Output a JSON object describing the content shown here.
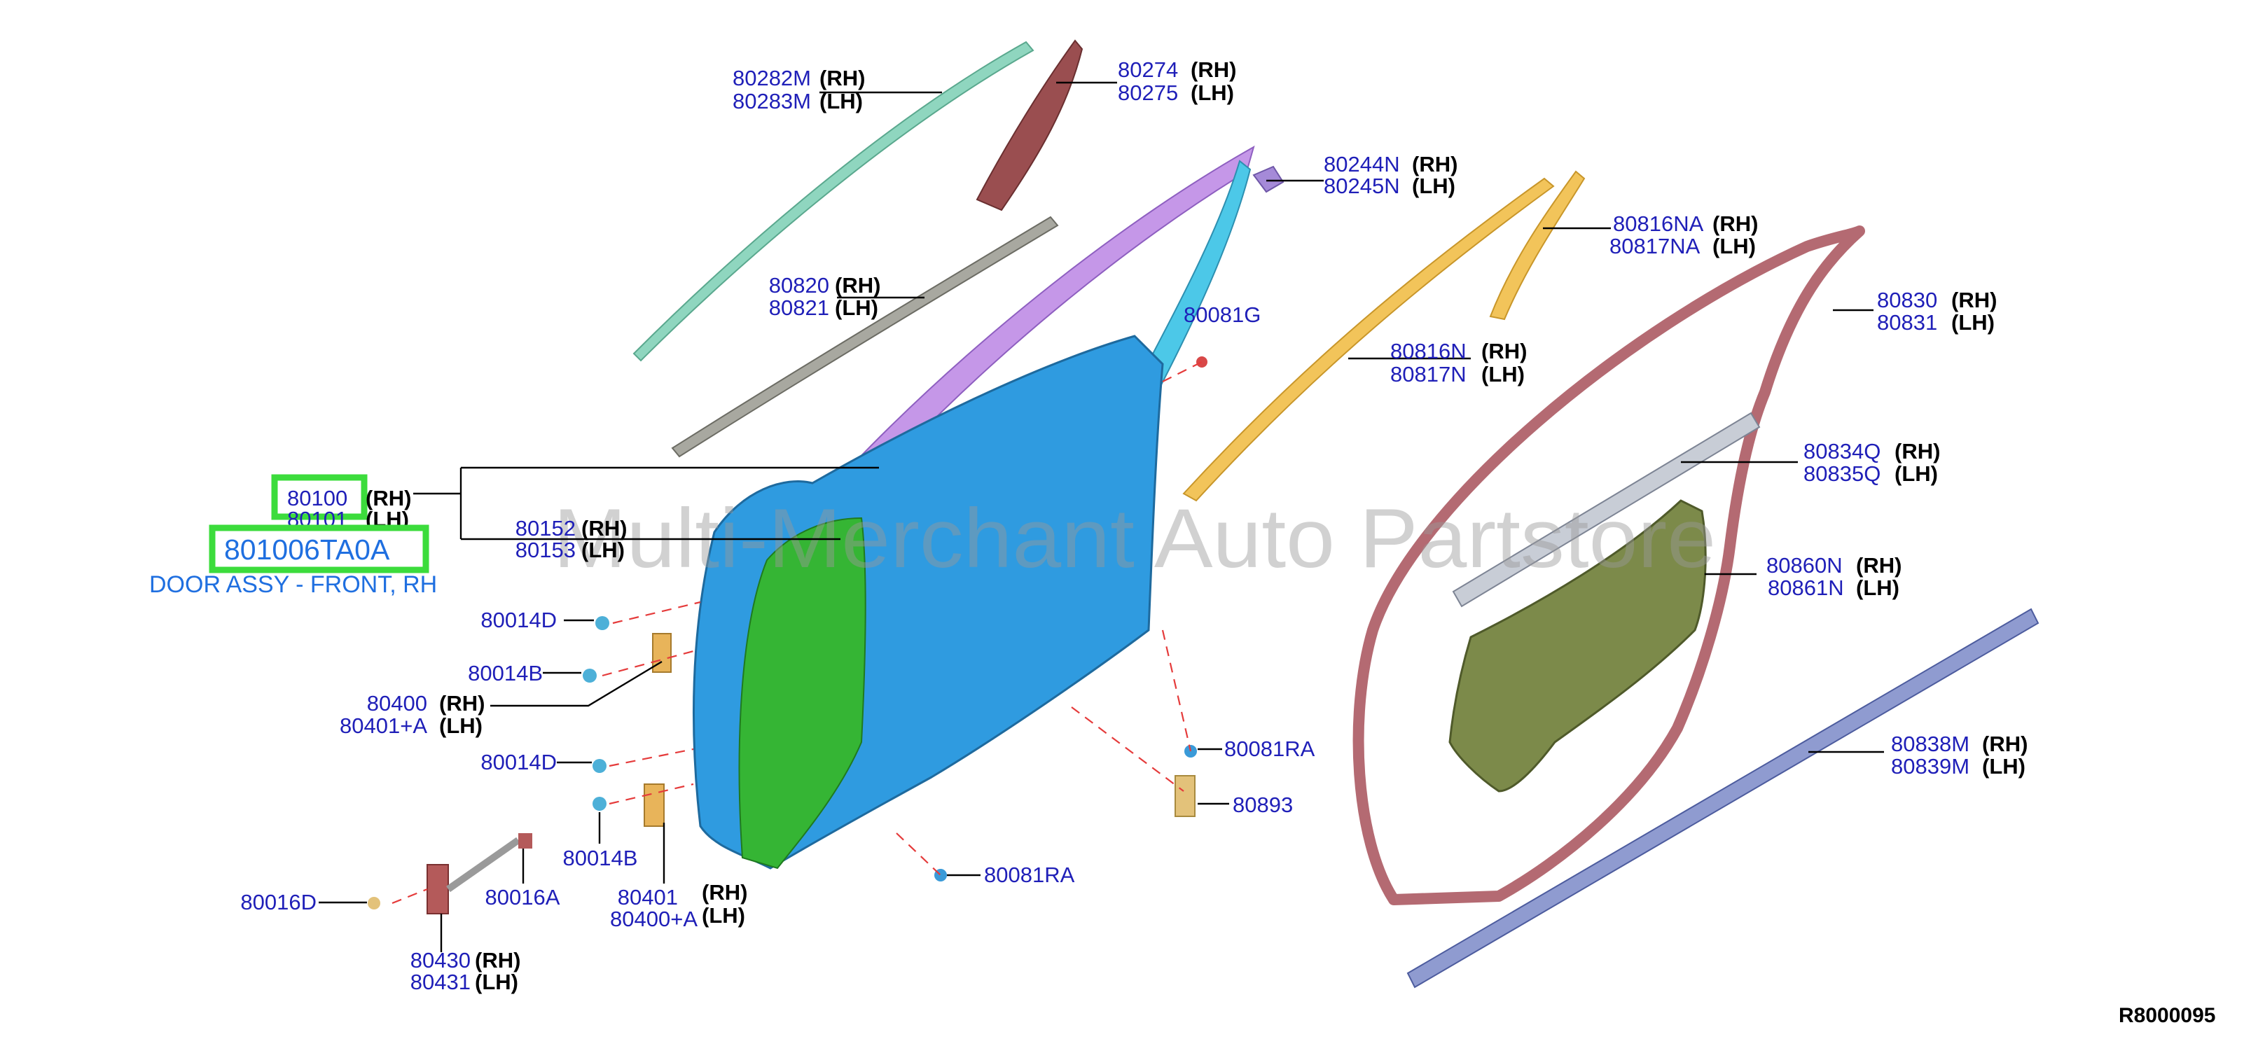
{
  "diagram": {
    "selected_part": {
      "number": "801006TA0A",
      "description": "DOOR ASSY - FRONT, RH",
      "callout_rh": "80100",
      "callout_lh": "80101",
      "rh": "(RH)",
      "lh": "(LH)"
    },
    "watermark": "Multi-Merchant Auto Partstore",
    "reference": "R8000095",
    "callouts": {
      "c80282": {
        "rh": "80282M",
        "lh": "80283M",
        "rh_side": "(RH)",
        "lh_side": "(LH)"
      },
      "c80274": {
        "rh": "80274",
        "lh": "80275",
        "rh_side": "(RH)",
        "lh_side": "(LH)"
      },
      "c80244": {
        "rh": "80244N",
        "lh": "80245N",
        "rh_side": "(RH)",
        "lh_side": "(LH)"
      },
      "c80816na": {
        "rh": "80816NA",
        "lh": "80817NA",
        "rh_side": "(RH)",
        "lh_side": "(LH)"
      },
      "c80820": {
        "rh": "80820",
        "lh": "80821",
        "rh_side": "(RH)",
        "lh_side": "(LH)"
      },
      "c80081g": {
        "label": "80081G"
      },
      "c80816n": {
        "rh": "80816N",
        "lh": "80817N",
        "rh_side": "(RH)",
        "lh_side": "(LH)"
      },
      "c80830": {
        "rh": "80830",
        "lh": "80831",
        "rh_side": "(RH)",
        "lh_side": "(LH)"
      },
      "c80834": {
        "rh": "80834Q",
        "lh": "80835Q",
        "rh_side": "(RH)",
        "lh_side": "(LH)"
      },
      "c80152": {
        "rh": "80152",
        "lh": "80153",
        "rh_side": "(RH)",
        "lh_side": "(LH)"
      },
      "c80860": {
        "rh": "80860N",
        "lh": "80861N",
        "rh_side": "(RH)",
        "lh_side": "(LH)"
      },
      "c80014d_top": {
        "label": "80014D"
      },
      "c80014b_top": {
        "label": "80014B"
      },
      "c80400": {
        "rh": "80400",
        "lh": "80401+A",
        "rh_side": "(RH)",
        "lh_side": "(LH)"
      },
      "c80014d_bot": {
        "label": "80014D"
      },
      "c80014b_bot": {
        "label": "80014B"
      },
      "c80081ra_top": {
        "label": "80081RA"
      },
      "c80893": {
        "label": "80893"
      },
      "c80838": {
        "rh": "80838M",
        "lh": "80839M",
        "rh_side": "(RH)",
        "lh_side": "(LH)"
      },
      "c80016d": {
        "label": "80016D"
      },
      "c80016a": {
        "label": "80016A"
      },
      "c80401": {
        "rh": "80401",
        "lh": "80400+A",
        "rh_side": "(RH)",
        "lh_side": "(LH)"
      },
      "c80081ra_bot": {
        "label": "80081RA"
      },
      "c80430": {
        "rh": "80430",
        "lh": "80431",
        "rh_side": "(RH)",
        "lh_side": "(LH)"
      }
    }
  }
}
